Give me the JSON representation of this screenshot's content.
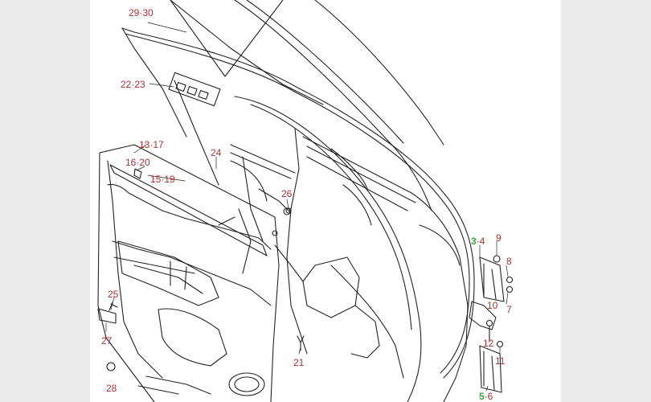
{
  "colors": {
    "label": "#b03030",
    "highlight": "#33aa33",
    "line": "#222222",
    "background": "#ffffff",
    "frame": "#ebebeb"
  },
  "callouts": {
    "c2930": "29·30",
    "c2223": "22·23",
    "c1317": "13·17",
    "c1620": "16·20",
    "c1519": "15·19",
    "c24": "24",
    "c26": "26",
    "c25": "25",
    "c27": "27",
    "c28": "28",
    "c21": "21",
    "c3": "3",
    "c4": "·4",
    "c9": "9",
    "c8": "8",
    "c7": "7",
    "c10": "10",
    "c12": "12",
    "c11": "11",
    "c5": "5",
    "c6": "·6"
  }
}
